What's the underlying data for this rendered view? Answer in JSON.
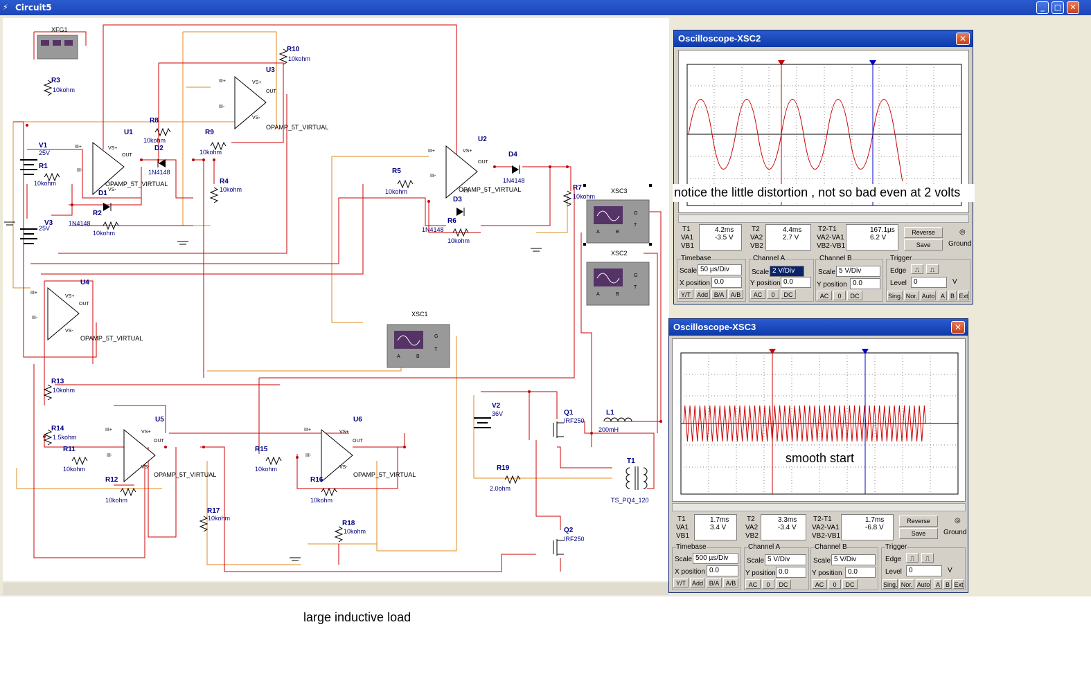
{
  "window": {
    "title": "Circuit5"
  },
  "annotations": {
    "distortion_note": "notice the little distortion , not so bad even at 2 volts",
    "smooth_start": "smooth start",
    "bottom_caption": "large inductive load"
  },
  "components": {
    "xfg1": "XFG1",
    "r10": "R10",
    "r10_val": "10kohm",
    "r3": "R3",
    "r3_val": "10kohm",
    "u3": "U3",
    "u1": "U1",
    "u2": "U2",
    "u4": "U4",
    "u5": "U5",
    "u6": "U6",
    "opamp": "OPAMP_5T_VIRTUAL",
    "r8": "R8",
    "r8_val": "10kohm",
    "r9": "R9",
    "r9_val": "10kohm",
    "v1": "V1",
    "v1_val": "25V",
    "v3": "V3",
    "v3_val": "25V",
    "r1": "R1",
    "r1_val": "10kohm",
    "d1": "D1",
    "d2": "D2",
    "d3": "D3",
    "d4": "D4",
    "diode": "1N4148",
    "diode_alt": "1N4148",
    "r2": "R2",
    "r2_val": "10kohm",
    "r4": "R4",
    "r4_val": "10kohm",
    "r5": "R5",
    "r5_val": "10kohm",
    "r6": "R6",
    "r6_val": "10kohm",
    "r7": "R7",
    "r7_val": "10kohm",
    "xsc1": "XSC1",
    "xsc2": "XSC2",
    "xsc3": "XSC3",
    "r13": "R13",
    "r13_val": "10kohm",
    "r14": "R14",
    "r14_val": "1.5kohm",
    "r11": "R11",
    "r11_val": "10kohm",
    "r12": "R12",
    "r12_val": "10kohm",
    "r15": "R15",
    "r15_val": "10kohm",
    "r16": "R16",
    "r16_val": "10kohm",
    "r17": "R17",
    "r17_val": "10kohm",
    "r18": "R18",
    "r18_val": "10kohm",
    "v2": "V2",
    "v2_val": "36V",
    "q1": "Q1",
    "q2": "Q2",
    "mosfet": "IRF250",
    "l1": "L1",
    "l1_val": "200mH",
    "r19": "R19",
    "r19_val": "2.0ohm",
    "t1": "T1",
    "t1_val": "TS_PQ4_120",
    "pin_in_plus": "III+",
    "pin_in_minus": "III-",
    "pin_vs_plus": "VS+",
    "pin_vs_minus": "VS-",
    "pin_out": "OUT",
    "pin_a": "A",
    "pin_b": "B",
    "pin_g": "G",
    "pin_t": "T"
  },
  "scopes": {
    "xsc2": {
      "title": "Oscilloscope-XSC2",
      "t1": {
        "label": "T1",
        "va": "VA1",
        "vb": "VB1",
        "time": "4.2ms",
        "value": "-3.5 V"
      },
      "t2": {
        "label": "T2",
        "va": "VA2",
        "vb": "VB2",
        "time": "4.4ms",
        "value": "2.7 V"
      },
      "diff": {
        "label": "T2-T1",
        "va": "VA2-VA1",
        "vb": "VB2-VB1",
        "time": "167.1µs",
        "value": "6.2 V"
      },
      "timebase": {
        "label": "Timebase",
        "scale_label": "Scale",
        "scale": "50 µs/Div",
        "xpos_label": "X position",
        "xpos": "0.0"
      },
      "channel_a": {
        "label": "Channel A",
        "scale_label": "Scale",
        "scale": "2 V/Div",
        "ypos_label": "Y position",
        "ypos": "0.0"
      },
      "channel_b": {
        "label": "Channel B",
        "scale_label": "Scale",
        "scale": "5 V/Div",
        "ypos_label": "Y position",
        "ypos": "0.0"
      },
      "trigger": {
        "label": "Trigger",
        "edge_label": "Edge",
        "level_label": "Level",
        "level": "0",
        "unit": "V"
      }
    },
    "xsc3": {
      "title": "Oscilloscope-XSC3",
      "t1": {
        "label": "T1",
        "va": "VA1",
        "vb": "VB1",
        "time": "1.7ms",
        "value": "3.4 V"
      },
      "t2": {
        "label": "T2",
        "va": "VA2",
        "vb": "VB2",
        "time": "3.3ms",
        "value": "-3.4 V"
      },
      "diff": {
        "label": "T2-T1",
        "va": "VA2-VA1",
        "vb": "VB2-VB1",
        "time": "1.7ms",
        "value": "-6.8 V"
      },
      "timebase": {
        "label": "Timebase",
        "scale_label": "Scale",
        "scale": "500 µs/Div",
        "xpos_label": "X position",
        "xpos": "0.0"
      },
      "channel_a": {
        "label": "Channel A",
        "scale_label": "Scale",
        "scale": "5 V/Div",
        "ypos_label": "Y position",
        "ypos": "0.0"
      },
      "channel_b": {
        "label": "Channel B",
        "scale_label": "Scale",
        "scale": "5 V/Div",
        "ypos_label": "Y position",
        "ypos": "0.0"
      },
      "trigger": {
        "label": "Trigger",
        "edge_label": "Edge",
        "level_label": "Level",
        "level": "0",
        "unit": "V"
      }
    },
    "buttons": {
      "reverse": "Reverse",
      "save": "Save",
      "ground": "Ground",
      "yt": "Y/T",
      "add": "Add",
      "ba": "B/A",
      "ab": "A/B",
      "ac": "AC",
      "zero": "0",
      "dc": "DC",
      "sing": "Sing.",
      "nor": "Nor.",
      "auto": "Auto",
      "a": "A",
      "b": "B",
      "ext": "Ext"
    }
  },
  "colors": {
    "title_bar": "#1c46b8",
    "wire_red": "#cc0000",
    "wire_orange": "#e08a1e",
    "trace": "#cc0000",
    "cursor_blue": "#0000cc"
  }
}
